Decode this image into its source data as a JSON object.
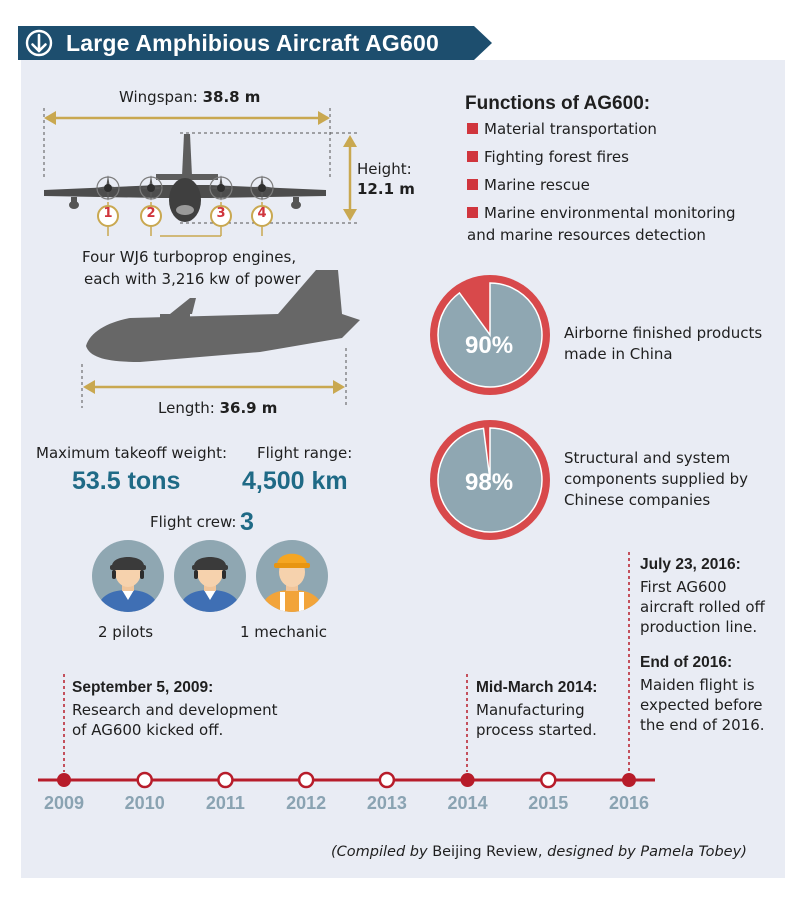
{
  "header": {
    "title": "Large Amphibious Aircraft AG600",
    "icon": "arrow-down-circle-icon",
    "color": "#1d4e6e"
  },
  "dimensions": {
    "wingspan_label": "Wingspan:",
    "wingspan_value": "38.8 m",
    "height_label": "Height:",
    "height_value": "12.1 m",
    "length_label": "Length:",
    "length_value": "36.9 m"
  },
  "engines": {
    "numbers": [
      "1",
      "2",
      "3",
      "4"
    ],
    "caption_line1": "Four WJ6 turboprop engines,",
    "caption_line2": "each with 3,216 kw of power"
  },
  "stats": {
    "takeoff_label": "Maximum takeoff weight:",
    "takeoff_value": "53.5 tons",
    "range_label": "Flight range:",
    "range_value": "4,500 km",
    "crew_label": "Flight crew:",
    "crew_value": "3",
    "pilots_label": "2 pilots",
    "mechanic_label": "1 mechanic"
  },
  "functions": {
    "title": "Functions of AG600:",
    "items": [
      "Material transportation",
      "Fighting forest fires",
      "Marine rescue",
      "Marine environmental monitoring"
    ],
    "item4_cont": "and marine resources detection"
  },
  "chart_data": [
    {
      "type": "pie",
      "value_pct": 90,
      "label": "90%",
      "text_line1": "Airborne finished products",
      "text_line2": "made in China"
    },
    {
      "type": "pie",
      "value_pct": 98,
      "label": "98%",
      "text_line1": "Structural and system",
      "text_line2": "components supplied by",
      "text_line3": "Chinese companies"
    }
  ],
  "timeline": {
    "years": [
      "2009",
      "2010",
      "2011",
      "2012",
      "2013",
      "2014",
      "2015",
      "2016"
    ],
    "highlighted": [
      "2009",
      "2014",
      "2016"
    ],
    "events": [
      {
        "date": "September 5, 2009:",
        "lines": [
          "Research and development",
          "of AG600 kicked off."
        ]
      },
      {
        "date": "Mid-March 2014:",
        "lines": [
          "Manufacturing",
          "process started."
        ]
      },
      {
        "date": "July 23, 2016:",
        "lines": [
          "First AG600",
          "aircraft rolled off",
          "production line."
        ]
      },
      {
        "date": "End of 2016:",
        "lines": [
          "Maiden flight is",
          "expected before",
          "the end of 2016."
        ]
      }
    ]
  },
  "credit": {
    "open": "(",
    "compiled": "Compiled by",
    "outlet": "Beijing Review,",
    "designed": "designed by Pamela Tobey",
    "close": ")"
  },
  "colors": {
    "accent_red": "#d0353d",
    "teal": "#1f6a86",
    "pie_fill": "#8fa7b2",
    "gold": "#c9a850",
    "timeline_red": "#b71c2a",
    "year_gray": "#8aa3b2"
  }
}
